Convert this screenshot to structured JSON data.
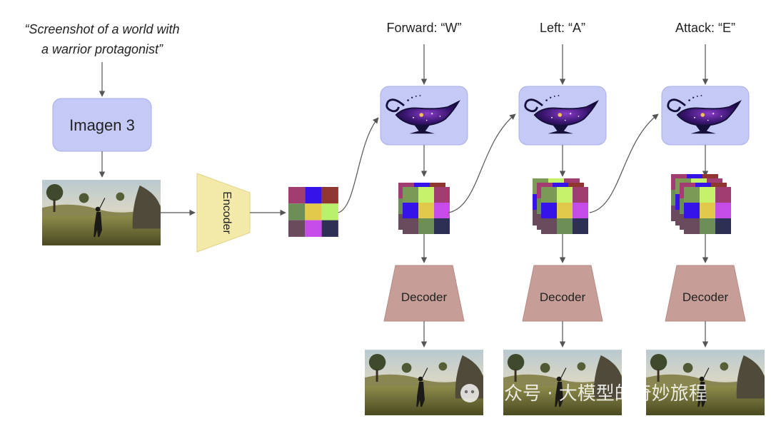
{
  "prompt": {
    "line1": "“Screenshot of a world with",
    "line2": "a warrior protagonist”"
  },
  "imagen_label": "Imagen 3",
  "encoder_label": "Encoder",
  "decoder_label": "Decoder",
  "actions": [
    {
      "label": "Forward: “W”"
    },
    {
      "label": "Left: “A”"
    },
    {
      "label": "Attack: “E”"
    }
  ],
  "watermark": "公众号 · 大模型的奇妙旅程",
  "colors": {
    "model_box": "#c5c9f5",
    "encoder": "#f3e9a8",
    "decoder": "#c79d97",
    "latent_grid_1": [
      "#a23d71",
      "#3513e9",
      "#8f3631",
      "#6b8f57",
      "#e3c94b",
      "#b9f16b",
      "#6a4b5e",
      "#c54ce9",
      "#2d2f55"
    ],
    "latent_grid_2": [
      "#7a9a55",
      "#c5f26a",
      "#a23d71",
      "#3513e9",
      "#e3c94b",
      "#c54ce9",
      "#6a4b5e",
      "#6b8f57",
      "#2d2f55"
    ]
  }
}
